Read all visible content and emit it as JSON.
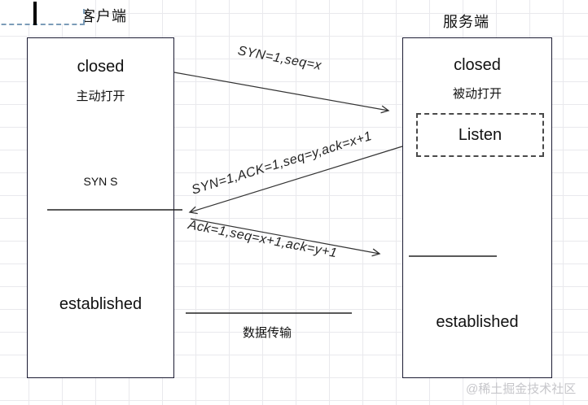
{
  "titles": {
    "client": "客户端",
    "server": "服务端"
  },
  "client_box": {
    "state_top": "closed",
    "open_mode": "主动打开",
    "syn_note": "SYN S",
    "state_bottom": "established"
  },
  "server_box": {
    "state_top": "closed",
    "open_mode": "被动打开",
    "listen": "Listen",
    "state_bottom": "established"
  },
  "messages": {
    "syn": "SYN=1,seq=x",
    "syn_ack": "SYN=1,ACK=1,seq=y,ack=x+1",
    "ack": "Ack=1,seq=x+1,ack=y+1",
    "data_transfer": "数据传输"
  },
  "watermark": "@稀土掘金技术社区",
  "colors": {
    "box_border": "#1c1c33",
    "arrow": "#333333",
    "grid": "#e9e9ed",
    "selection_dash": "#7b9cb8",
    "listen_dash": "#4a4a4a",
    "watermark": "#c6c6ca"
  }
}
